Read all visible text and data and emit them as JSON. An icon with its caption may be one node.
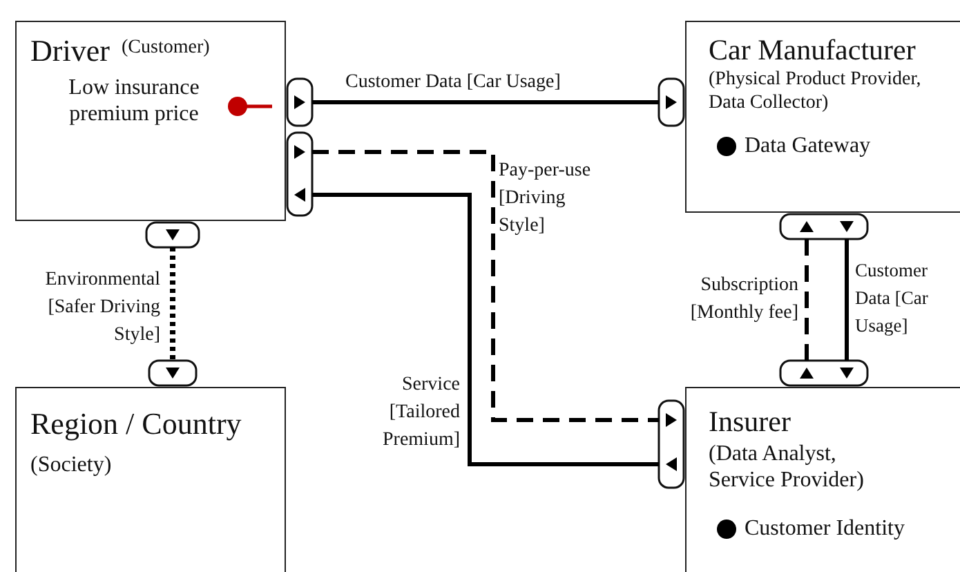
{
  "diagram": {
    "nodes": [
      {
        "text": [
          "Driver",
          "(Customer)",
          "Low insurance premium price"
        ]
      },
      {
        "text": [
          "Car Manufacturer",
          "(Physical Product Provider, Data Collector)",
          "Data Gateway"
        ]
      },
      {
        "text": [
          "Region / Country",
          "(Society)"
        ]
      },
      {
        "text": [
          "Insurer",
          "(Data Analyst, Service Provider)",
          "Customer Identity"
        ]
      }
    ],
    "edges": [
      {
        "from": 0,
        "to": 1,
        "arrow": "to",
        "label": "Customer Data [Car Usage]"
      },
      {
        "from": 0,
        "to": 3,
        "arrow": "to",
        "label": "Pay-per-use [Driving Style]",
        "style": "dashed"
      },
      {
        "from": 3,
        "to": 0,
        "arrow": "to",
        "label": "Service [Tailored Premium]"
      },
      {
        "from": 0,
        "to": 2,
        "arrow": "to",
        "label": "Environmental [Safer Driving Style]",
        "style": "dashed"
      },
      {
        "from": 3,
        "to": 1,
        "arrow": "to",
        "label": "Subscription [Monthly fee]",
        "style": "dashed"
      },
      {
        "from": 1,
        "to": 3,
        "arrow": "to",
        "label": "Customer Data [Car Usage]"
      }
    ]
  }
}
